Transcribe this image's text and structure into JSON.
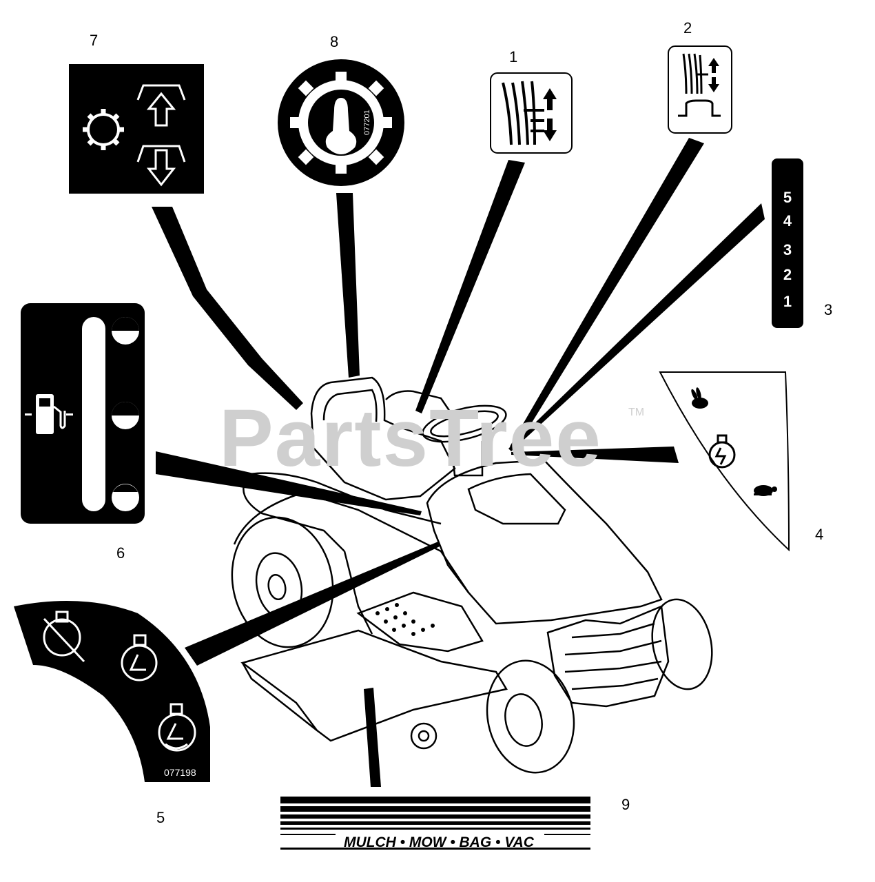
{
  "callouts": {
    "c1": "1",
    "c2": "2",
    "c3": "3",
    "c4": "4",
    "c5": "5",
    "c6": "6",
    "c7": "7",
    "c8": "8",
    "c9": "9"
  },
  "watermark": "PartsTree",
  "watermark_tm": "TM",
  "decal3_numbers": [
    "5",
    "4",
    "3",
    "2",
    "1"
  ],
  "decal5_part_number": "077198",
  "decal8_part_number": "077201",
  "decal9_text": "MULCH • MOW • BAG • VAC",
  "colors": {
    "ink": "#000000",
    "paper": "#ffffff",
    "watermark": "#cfcfcf"
  }
}
